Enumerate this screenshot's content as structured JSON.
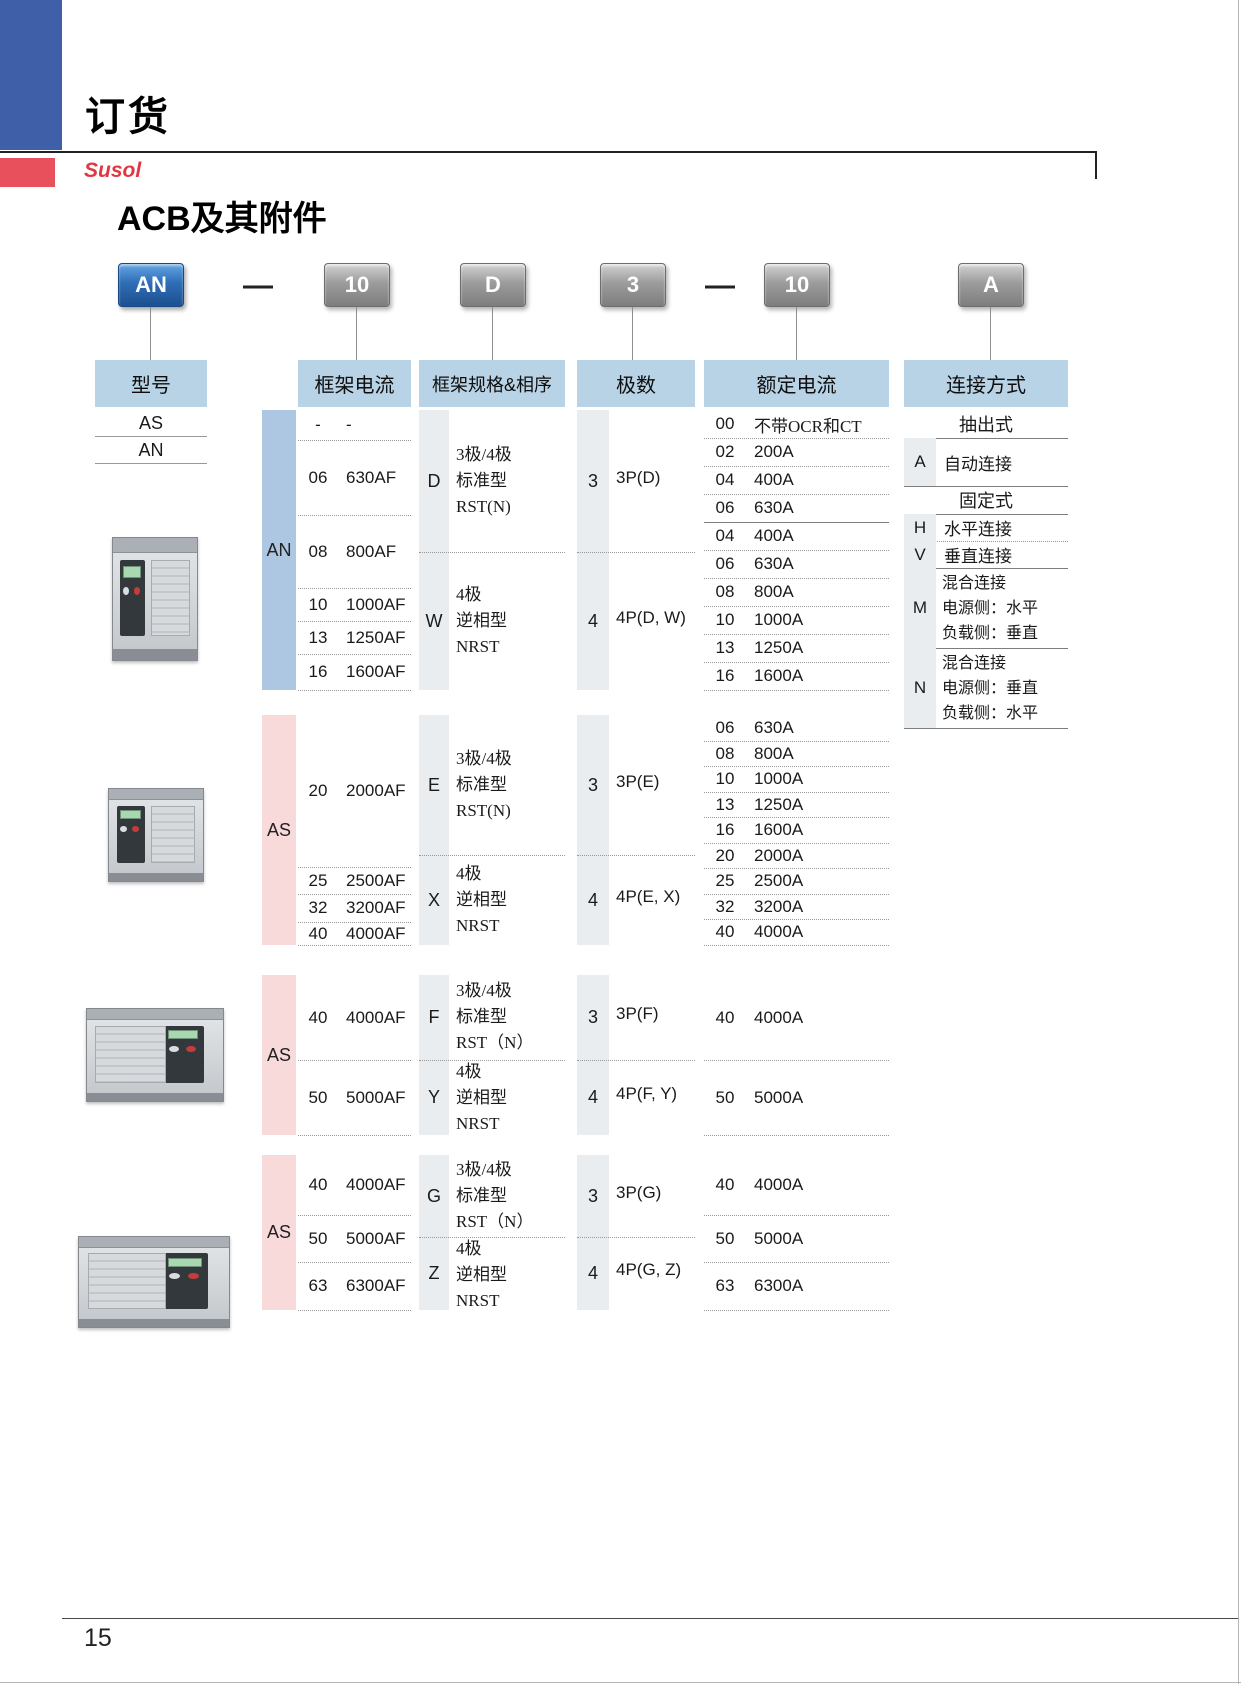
{
  "page": {
    "section_title": "订货",
    "brand": "Susol",
    "title": "ACB及其附件",
    "page_number": "15"
  },
  "order_code": {
    "model": "AN",
    "frame": "10",
    "spec": "D",
    "poles": "3",
    "current": "10",
    "connection": "A",
    "dash": "—"
  },
  "headers": {
    "model": "型号",
    "frame_current": "框架电流",
    "frame_spec": "框架规格&相序",
    "poles": "极数",
    "rated_current": "额定电流",
    "connection": "连接方式"
  },
  "models": [
    "AS",
    "AN"
  ],
  "an": {
    "model": "AN",
    "frame_current": [
      {
        "code": "-",
        "value": "-"
      },
      {
        "code": "06",
        "value": "630AF"
      },
      {
        "code": "08",
        "value": "800AF"
      },
      {
        "code": "10",
        "value": "1000AF"
      },
      {
        "code": "13",
        "value": "1250AF"
      },
      {
        "code": "16",
        "value": "1600AF"
      }
    ],
    "frame_spec": [
      {
        "code": "D",
        "line1": "3极/4极",
        "line2": "标准型",
        "line3": "RST(N)"
      },
      {
        "code": "W",
        "line1": "4极",
        "line2": "逆相型",
        "line3": "NRST"
      }
    ],
    "poles": [
      {
        "code": "3",
        "value": "3P(D)"
      },
      {
        "code": "4",
        "value": "4P(D, W)"
      }
    ],
    "rated_current": [
      {
        "code": "00",
        "value": "不带OCR和CT"
      },
      {
        "code": "02",
        "value": "200A"
      },
      {
        "code": "04",
        "value": "400A"
      },
      {
        "code": "06",
        "value": "630A"
      },
      {
        "code": "04",
        "value": "400A"
      },
      {
        "code": "06",
        "value": "630A"
      },
      {
        "code": "08",
        "value": "800A"
      },
      {
        "code": "10",
        "value": "1000A"
      },
      {
        "code": "13",
        "value": "1250A"
      },
      {
        "code": "16",
        "value": "1600A"
      }
    ]
  },
  "connection": {
    "drawout_header": "抽出式",
    "auto": {
      "code": "A",
      "value": "自动连接"
    },
    "fixed_header": "固定式",
    "rows": [
      {
        "code": "H",
        "value": "水平连接"
      },
      {
        "code": "V",
        "value": "垂直连接"
      },
      {
        "code": "M",
        "line1": "混合连接",
        "line2": "电源侧：水平",
        "line3": "负载侧：垂直"
      },
      {
        "code": "N",
        "line1": "混合连接",
        "line2": "电源侧：垂直",
        "line3": "负载侧：水平"
      }
    ]
  },
  "as1": {
    "model": "AS",
    "frame_current": [
      {
        "code": "20",
        "value": "2000AF"
      },
      {
        "code": "25",
        "value": "2500AF"
      },
      {
        "code": "32",
        "value": "3200AF"
      },
      {
        "code": "40",
        "value": "4000AF"
      }
    ],
    "frame_spec": [
      {
        "code": "E",
        "line1": "3极/4极",
        "line2": "标准型",
        "line3": "RST(N)"
      },
      {
        "code": "X",
        "line1": "4极",
        "line2": "逆相型",
        "line3": "NRST"
      }
    ],
    "poles": [
      {
        "code": "3",
        "value": "3P(E)"
      },
      {
        "code": "4",
        "value": "4P(E, X)"
      }
    ],
    "rated_current": [
      {
        "code": "06",
        "value": "630A"
      },
      {
        "code": "08",
        "value": "800A"
      },
      {
        "code": "10",
        "value": "1000A"
      },
      {
        "code": "13",
        "value": "1250A"
      },
      {
        "code": "16",
        "value": "1600A"
      },
      {
        "code": "20",
        "value": "2000A"
      },
      {
        "code": "25",
        "value": "2500A"
      },
      {
        "code": "32",
        "value": "3200A"
      },
      {
        "code": "40",
        "value": "4000A"
      }
    ]
  },
  "as2": {
    "model": "AS",
    "frame_current": [
      {
        "code": "40",
        "value": "4000AF"
      },
      {
        "code": "50",
        "value": "5000AF"
      }
    ],
    "frame_spec": [
      {
        "code": "F",
        "line1": "3极/4极",
        "line2": "标准型",
        "line3": "RST（N）"
      },
      {
        "code": "Y",
        "line1": "4极",
        "line2": "逆相型",
        "line3": "NRST"
      }
    ],
    "poles": [
      {
        "code": "3",
        "value": "3P(F)"
      },
      {
        "code": "4",
        "value": "4P(F, Y)"
      }
    ],
    "rated_current": [
      {
        "code": "40",
        "value": "4000A"
      },
      {
        "code": "50",
        "value": "5000A"
      }
    ]
  },
  "as3": {
    "model": "AS",
    "frame_current": [
      {
        "code": "40",
        "value": "4000AF"
      },
      {
        "code": "50",
        "value": "5000AF"
      },
      {
        "code": "63",
        "value": "6300AF"
      }
    ],
    "frame_spec": [
      {
        "code": "G",
        "line1": "3极/4极",
        "line2": "标准型",
        "line3": "RST（N）"
      },
      {
        "code": "Z",
        "line1": "4极",
        "line2": "逆相型",
        "line3": "NRST"
      }
    ],
    "poles": [
      {
        "code": "3",
        "value": "3P(G)"
      },
      {
        "code": "4",
        "value": "4P(G, Z)"
      }
    ],
    "rated_current": [
      {
        "code": "40",
        "value": "4000A"
      },
      {
        "code": "50",
        "value": "5000A"
      },
      {
        "code": "63",
        "value": "6300A"
      }
    ]
  },
  "colors": {
    "header_blue": "#b9d3e6",
    "strip_blue": "#adc6e2",
    "strip_pink": "#f8dadb",
    "subcolumn_gray": "#e9edf0",
    "code_box_blue": "#2f6db6",
    "code_box_gray": "#9c9c9c",
    "brand_red": "#e03742",
    "corner_blue": "#3f5fa9",
    "accent_red": "#e8515c"
  }
}
